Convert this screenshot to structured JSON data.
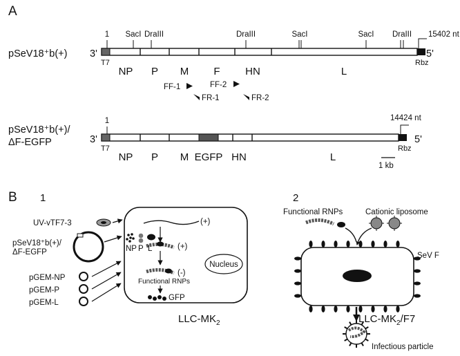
{
  "panel_a": {
    "label": "A",
    "construct1": {
      "name": "pSeV18⁺b(+)",
      "end3": "3'",
      "end5": "5'",
      "start_num": "1",
      "end_num": "15402 nt",
      "t7": "T7",
      "rbz": "Rbz",
      "genes": [
        "NP",
        "P",
        "M",
        "F",
        "HN",
        "L"
      ],
      "sites": [
        "SacI",
        "DraIII",
        "DraIII",
        "SacI",
        "SacI",
        "DraIII"
      ],
      "primers": [
        "FF-1",
        "FF-2",
        "FR-1",
        "FR-2"
      ]
    },
    "construct2": {
      "name_line1": "pSeV18⁺b(+)/",
      "name_line2": "ΔF-EGFP",
      "end3": "3'",
      "end5": "5'",
      "start_num": "1",
      "end_num": "14424 nt",
      "t7": "T7",
      "rbz": "Rbz",
      "genes": [
        "NP",
        "P",
        "M",
        "EGFP",
        "HN",
        "L"
      ],
      "scale_label": "1 kb"
    }
  },
  "panel_b": {
    "label": "B",
    "sub1": "1",
    "sub2": "2",
    "inputs": {
      "uv": "UV-vTF7-3",
      "plasmid_line1": "pSeV18⁺b(+)/",
      "plasmid_line2": "ΔF-EGFP",
      "np": "pGEM-NP",
      "p": "pGEM-P",
      "l": "pGEM-L"
    },
    "cell1": {
      "np": "NP",
      "p": "P",
      "l": "L",
      "plus1": "(+)",
      "plus2": "(+)",
      "minus": "(-)",
      "nucleus": "Nucleus",
      "rnps": "Functional RNPs",
      "gfp": "GFP",
      "cell_name": "LLC-MK",
      "cell_sub": "2"
    },
    "cell2": {
      "rnps": "Functional RNPs",
      "liposome": "Cationic liposome",
      "sevf": "SeV F",
      "cell_name": "LLC-MK",
      "cell_sub": "2",
      "cell_suffix": "/F7",
      "particle": "Infectious particle"
    }
  }
}
